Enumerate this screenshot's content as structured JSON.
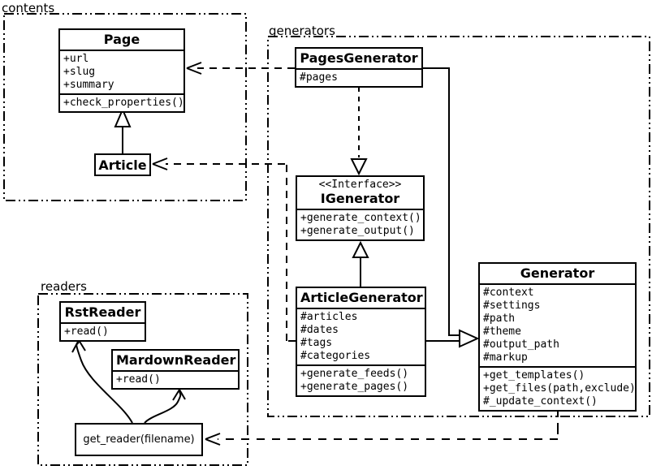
{
  "packages": {
    "contents": {
      "label": "contents"
    },
    "generators": {
      "label": "generators"
    },
    "readers": {
      "label": "readers"
    }
  },
  "classes": {
    "page": {
      "title": "Page",
      "attributes": [
        "+url",
        "+slug",
        "+summary"
      ],
      "methods": [
        "+check_properties()"
      ]
    },
    "article": {
      "title": "Article"
    },
    "pages_generator": {
      "title": "PagesGenerator",
      "attributes": [
        "#pages"
      ]
    },
    "igenerator": {
      "stereotype": "<<Interface>>",
      "title": "IGenerator",
      "methods": [
        "+generate_context()",
        "+generate_output()"
      ]
    },
    "article_generator": {
      "title": "ArticleGenerator",
      "attributes": [
        "#articles",
        "#dates",
        "#tags",
        "#categories"
      ],
      "methods": [
        "+generate_feeds()",
        "+generate_pages()"
      ]
    },
    "generator": {
      "title": "Generator",
      "attributes": [
        "#context",
        "#settings",
        "#path",
        "#theme",
        "#output_path",
        "#markup"
      ],
      "methods": [
        "+get_templates()",
        "+get_files(path,exclude)",
        "#_update_context()"
      ]
    },
    "rst_reader": {
      "title": "RstReader",
      "methods": [
        "+read()"
      ]
    },
    "markdown_reader": {
      "title": "MardownReader",
      "methods": [
        "+read()"
      ]
    },
    "get_reader": {
      "title": "get_reader(filename)"
    }
  },
  "colors": {
    "ink": "#000000",
    "paper": "#ffffff"
  }
}
